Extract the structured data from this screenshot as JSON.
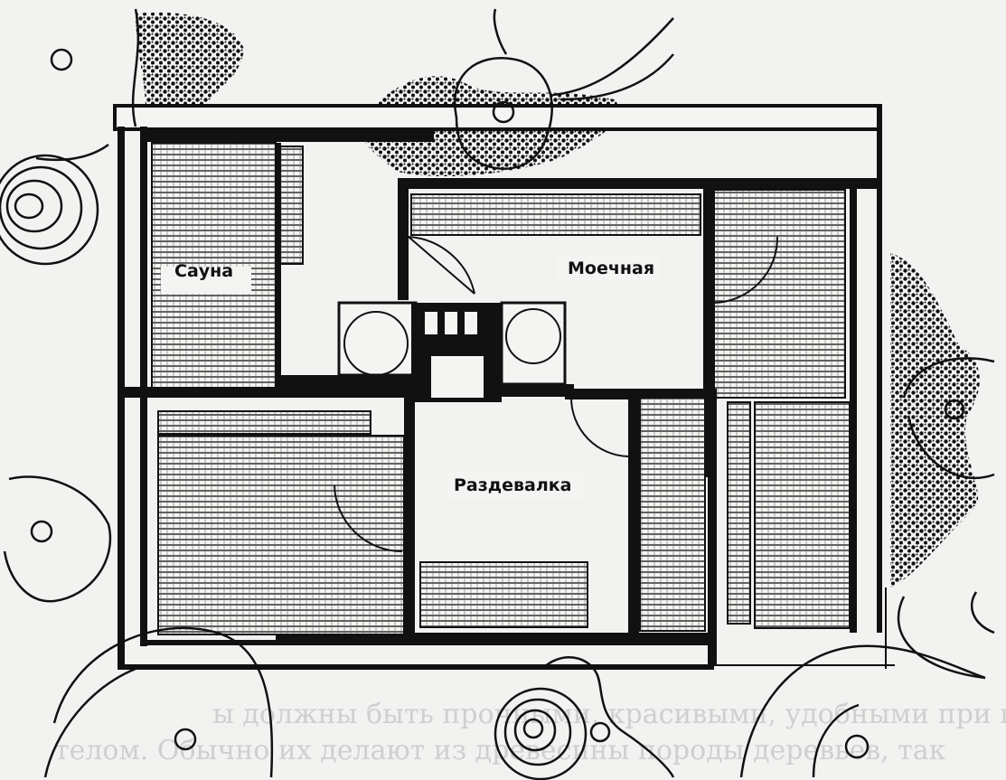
{
  "rooms": {
    "sauna": "Сауна",
    "washroom": "Моечная",
    "dressing": "Раздевалка"
  },
  "background_text": {
    "line1": "ы должны быть прочными, красивыми, удобными при касании",
    "line2": "телом. Обычно их делают из древесины породы деревьев, так"
  }
}
